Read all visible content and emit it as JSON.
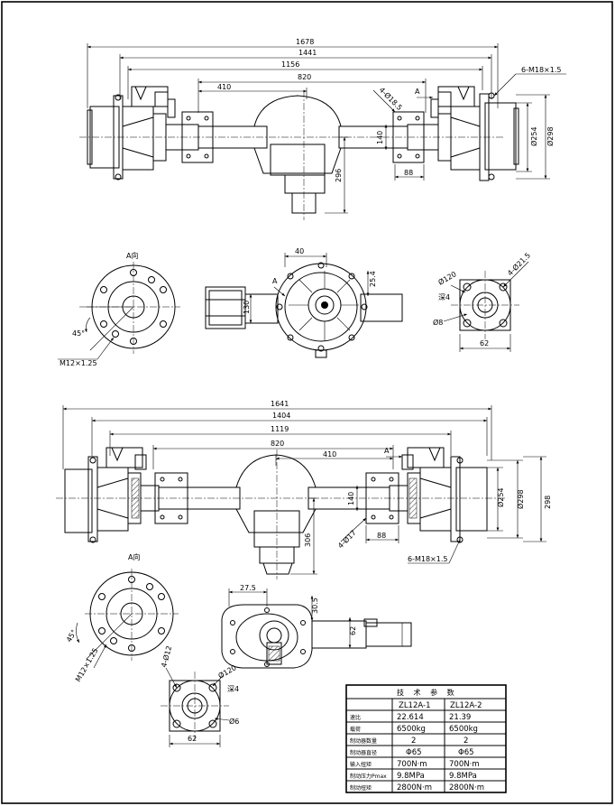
{
  "top_view": {
    "dims": {
      "overall": "1678",
      "track": "1441",
      "spring": "1156",
      "housing": "820",
      "offset": "410",
      "flange_bolts": "6-M18×1.5",
      "d254": "Ø254",
      "d298": "Ø298",
      "height": "296",
      "shaft": "140",
      "pad": "88",
      "bolt_callout": "4-Ø18.5",
      "view_arrow": "A"
    }
  },
  "middle_row": {
    "left_label": "A向",
    "angle": "45°",
    "thread": "M12×1.25",
    "center_dim_top": "40",
    "center_dim_side": "25.4",
    "center_dim_shaft": "130",
    "center_view_arrow": "A",
    "right_small_top": "4-Ø21.5",
    "right_small_d": "Ø120",
    "right_small_d2": "Ø8",
    "right_small_label": "深4",
    "right_small_width": "62"
  },
  "lower_view": {
    "dims": {
      "overall": "1641",
      "track": "1404",
      "spring": "1119",
      "housing": "820",
      "offset": "410",
      "d254": "Ø254",
      "d298": "Ø298",
      "side": "298",
      "height": "306",
      "shaft": "140",
      "pad": "88",
      "bolt_callout": "4-Ø17",
      "flange_bolts": "6-M18×1.5",
      "view_arrow": "A"
    }
  },
  "bottom_row": {
    "left_label": "A向",
    "angle": "45°",
    "thread": "M12×1.25",
    "center_dim_a": "27.5",
    "center_dim_b": "30.5",
    "center_dim_c": "62",
    "small_top": "4-Ø12",
    "small_d": "Ø120",
    "small_d2": "Ø6",
    "small_label": "深4",
    "small_width": "62"
  },
  "spec_table": {
    "title": "技 术 参 数",
    "model_a": "ZL12A-1",
    "model_b": "ZL12A-2",
    "rows": [
      {
        "label": "速比",
        "a": "22.614",
        "b": "21.39"
      },
      {
        "label": "载荷",
        "a": "6500kg",
        "b": "6500kg"
      },
      {
        "label": "制动器数量",
        "a": "2",
        "b": "2"
      },
      {
        "label": "制动器直径",
        "a": "Φ65",
        "b": "Φ65"
      },
      {
        "label": "输入扭矩",
        "a": "700N·m",
        "b": "700N·m"
      },
      {
        "label": "制动压力Pmax",
        "a": "9.8MPa",
        "b": "9.8MPa"
      },
      {
        "label": "制动扭矩",
        "a": "2800N·m",
        "b": "2800N·m"
      }
    ]
  }
}
